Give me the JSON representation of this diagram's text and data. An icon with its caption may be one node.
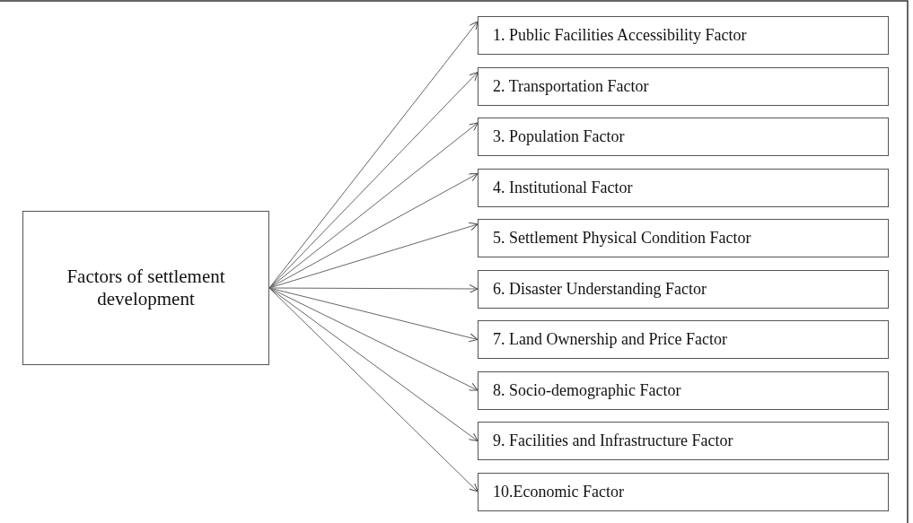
{
  "diagram": {
    "nodes": [
      {
        "text": [
          "Factors of settlement development"
        ]
      },
      {
        "text": [
          "1.  Public Facilities Accessibility Factor"
        ]
      },
      {
        "text": [
          "2.  Transportation Factor"
        ]
      },
      {
        "text": [
          "3.  Population Factor"
        ]
      },
      {
        "text": [
          "4.  Institutional Factor"
        ]
      },
      {
        "text": [
          "5.  Settlement Physical Condition Factor"
        ]
      },
      {
        "text": [
          "6.  Disaster Understanding Factor"
        ]
      },
      {
        "text": [
          "7.  Land Ownership and Price Factor"
        ]
      },
      {
        "text": [
          "8.  Socio-demographic Factor"
        ]
      },
      {
        "text": [
          "9.  Facilities and Infrastructure Factor"
        ]
      },
      {
        "text": [
          "10.Economic Factor"
        ]
      }
    ],
    "edges": [
      {
        "from": 0,
        "to": 1,
        "arrow": "to"
      },
      {
        "from": 0,
        "to": 2,
        "arrow": "to"
      },
      {
        "from": 0,
        "to": 3,
        "arrow": "to"
      },
      {
        "from": 0,
        "to": 4,
        "arrow": "to"
      },
      {
        "from": 0,
        "to": 5,
        "arrow": "to"
      },
      {
        "from": 0,
        "to": 6,
        "arrow": "to"
      },
      {
        "from": 0,
        "to": 7,
        "arrow": "to"
      },
      {
        "from": 0,
        "to": 8,
        "arrow": "to"
      },
      {
        "from": 0,
        "to": 9,
        "arrow": "to"
      },
      {
        "from": 0,
        "to": 10,
        "arrow": "to"
      }
    ]
  }
}
